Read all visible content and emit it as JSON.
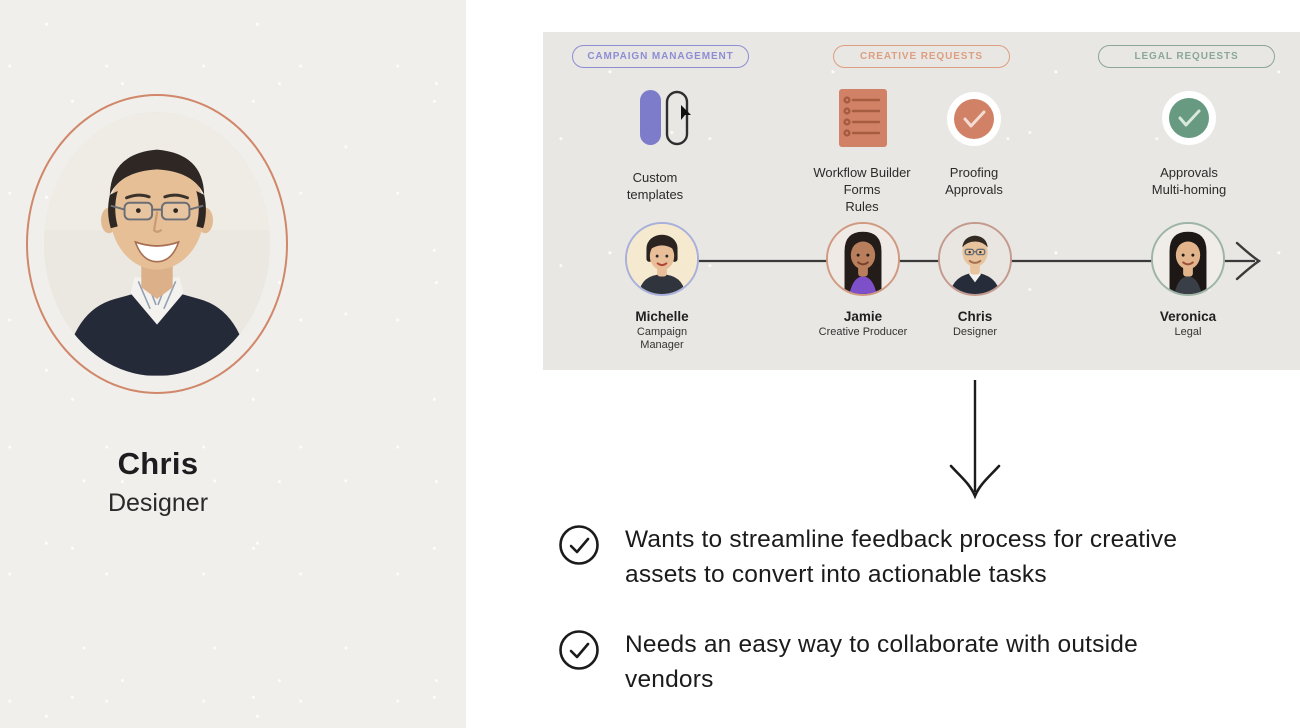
{
  "slide": {
    "persona": {
      "name": "Chris",
      "role": "Designer"
    },
    "workflow_panel": {
      "badges": [
        {
          "label": "CAMPAIGN MANAGEMENT",
          "color": "#8d8dd3"
        },
        {
          "label": "CREATIVE REQUESTS",
          "color": "#dd9e82"
        },
        {
          "label": "LEGAL REQUESTS",
          "color": "#8aa79a"
        }
      ],
      "features": [
        {
          "icon": "custom-templates-icon",
          "label": "Custom\ntemplates"
        },
        {
          "icon": "workflow-builder-doc-icon",
          "label": "Workflow Builder\nForms\nRules"
        },
        {
          "icon": "proofing-check-icon",
          "label": "Proofing\nApprovals"
        },
        {
          "icon": "approvals-check-icon",
          "label": "Approvals\nMulti-homing"
        }
      ],
      "people": [
        {
          "name": "Michelle",
          "role": "Campaign\nManager",
          "ring": "#a8b0dc",
          "bg": "#f5e9cf",
          "skin": "#e9bf9a",
          "hair": "#2a2320",
          "shirt": "#30343c",
          "variant": "short-hair-woman"
        },
        {
          "name": "Jamie",
          "role": "Creative Producer",
          "ring": "#d09a81",
          "bg": "#efeae6",
          "skin": "#b97f5c",
          "hair": "#241c18",
          "shirt": "#7d4fc9",
          "variant": "long-hair-woman"
        },
        {
          "name": "Chris",
          "role": "Designer",
          "ring": "#c39a8d",
          "bg": "#e9e6e1",
          "skin": "#e8c49e",
          "hair": "#332a24",
          "shirt": "#272c3a",
          "variant": "glasses-man"
        },
        {
          "name": "Veronica",
          "role": "Legal",
          "ring": "#9db4a6",
          "bg": "#f0ece8",
          "skin": "#e2b48c",
          "hair": "#1d1815",
          "shirt": "#3a3f47",
          "variant": "long-hair-woman"
        }
      ]
    },
    "insights": [
      {
        "icon": "check-circle-icon",
        "text": "Wants to streamline feedback process for creative assets to convert into actionable tasks"
      },
      {
        "icon": "check-circle-icon",
        "text": "Needs an easy way to collaborate with outside vendors"
      }
    ],
    "colors": {
      "left_panel_bg": "#f1efeb",
      "diagram_panel_bg": "#e9e7e3",
      "portrait_ring": "#d0876a",
      "purple_accent": "#7c7ccb",
      "salmon_accent": "#d08166",
      "green_accent": "#679a80",
      "line": "#3a3a3a",
      "text": "#1c1c1c"
    }
  }
}
